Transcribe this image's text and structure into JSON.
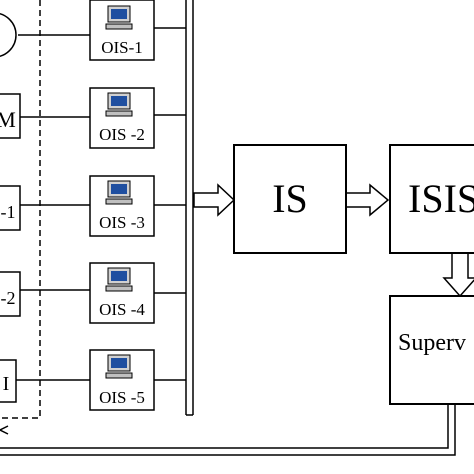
{
  "diagram": {
    "stations": [
      {
        "label": "OIS-1",
        "left_label": ""
      },
      {
        "label": "OIS -2",
        "left_label": "M"
      },
      {
        "label": "OIS -3",
        "left_label": "-1"
      },
      {
        "label": "OIS -4",
        "left_label": "-2"
      },
      {
        "label": "OIS -5",
        "left_label": "I"
      }
    ],
    "is_label": "IS",
    "isis_label": "ISIS",
    "supervisor_label": "Superv"
  }
}
